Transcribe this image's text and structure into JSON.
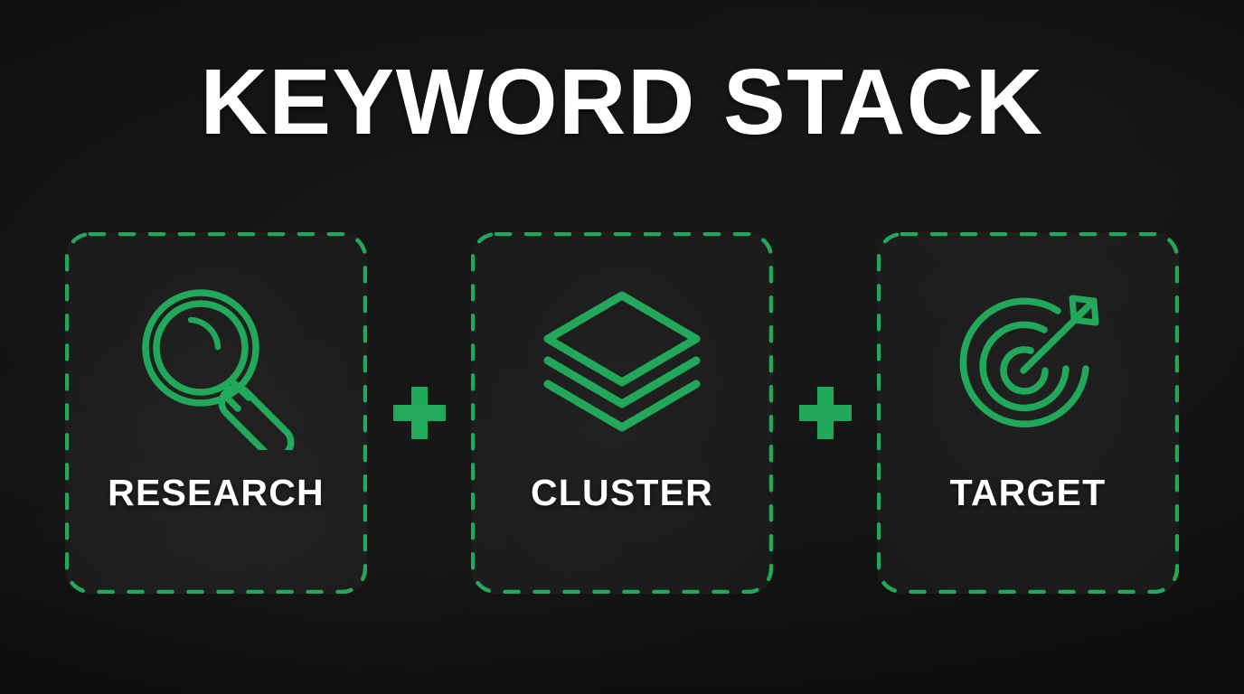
{
  "page": {
    "title": "KEYWORD STACK",
    "background_color": "#121212",
    "accent_color": "#21a85a",
    "text_color": "#ffffff",
    "card_background_color": "#1c1c1c"
  },
  "separators": [
    {
      "symbol": "+",
      "name": "plus-separator-1"
    },
    {
      "symbol": "+",
      "name": "plus-separator-2"
    }
  ],
  "cards": [
    {
      "label": "RESEARCH",
      "icon": "magnifying-glass-icon",
      "border_style": "dashed",
      "border_color": "#21a85a"
    },
    {
      "label": "CLUSTER",
      "icon": "layers-icon",
      "border_style": "dashed",
      "border_color": "#21a85a"
    },
    {
      "label": "TARGET",
      "icon": "target-arrow-icon",
      "border_style": "dashed",
      "border_color": "#21a85a"
    }
  ]
}
